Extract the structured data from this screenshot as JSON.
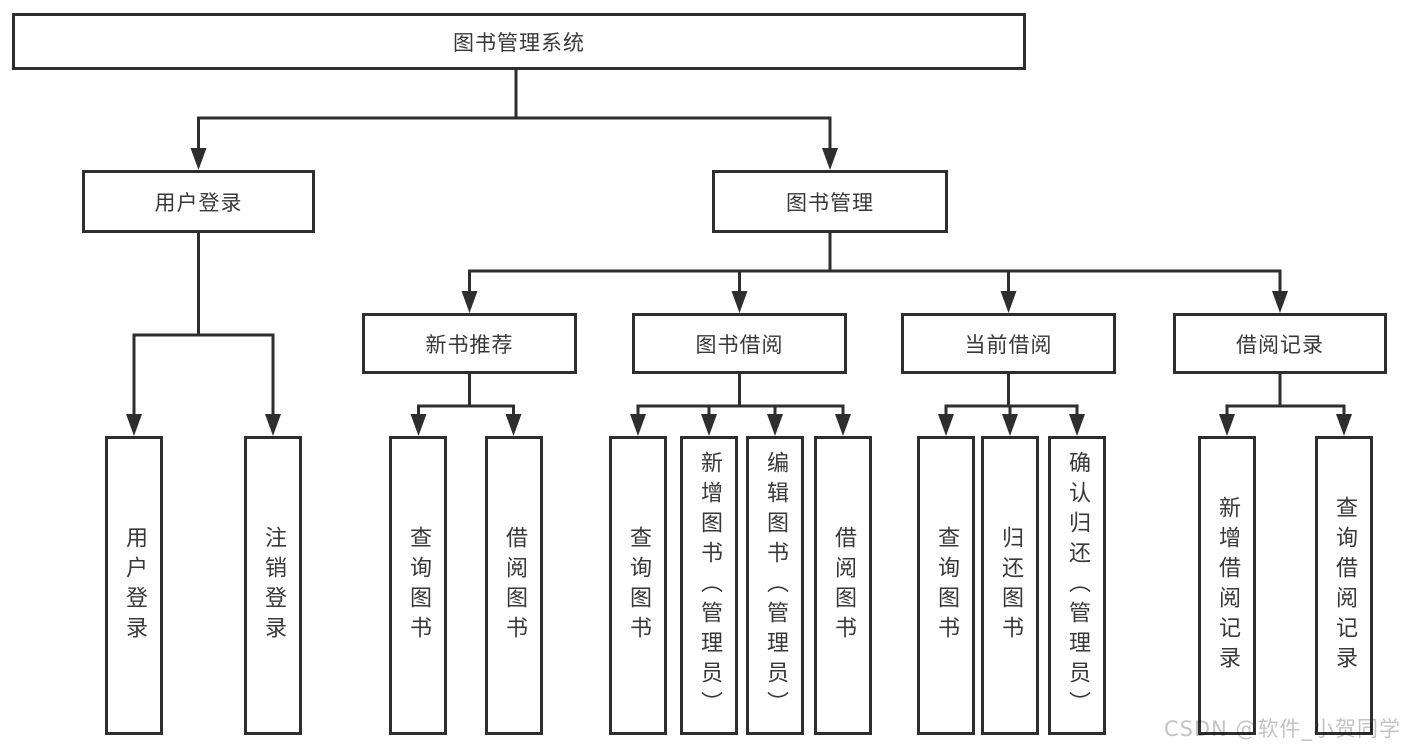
{
  "diagram": {
    "root": "图书管理系统",
    "branches": [
      {
        "label": "用户登录",
        "children": [
          "用户登录",
          "注销登录"
        ]
      },
      {
        "label": "图书管理",
        "sections": [
          {
            "label": "新书推荐",
            "children": [
              "查询图书",
              "借阅图书"
            ]
          },
          {
            "label": "图书借阅",
            "children": [
              "查询图书",
              "新增图书（管理员）",
              "编辑图书（管理员）",
              "借阅图书"
            ]
          },
          {
            "label": "当前借阅",
            "children": [
              "查询图书",
              "归还图书",
              "确认归还（管理员）"
            ]
          },
          {
            "label": "借阅记录",
            "children": [
              "新增借阅记录",
              "查询借阅记录"
            ]
          }
        ]
      }
    ]
  },
  "watermark": "CSDN @软件_小贺同学",
  "colors": {
    "line": "#2e2e2e",
    "box_border": "#2e2e2e",
    "text": "#383838",
    "watermark": "#c3c3c3",
    "background": "#ffffff"
  }
}
